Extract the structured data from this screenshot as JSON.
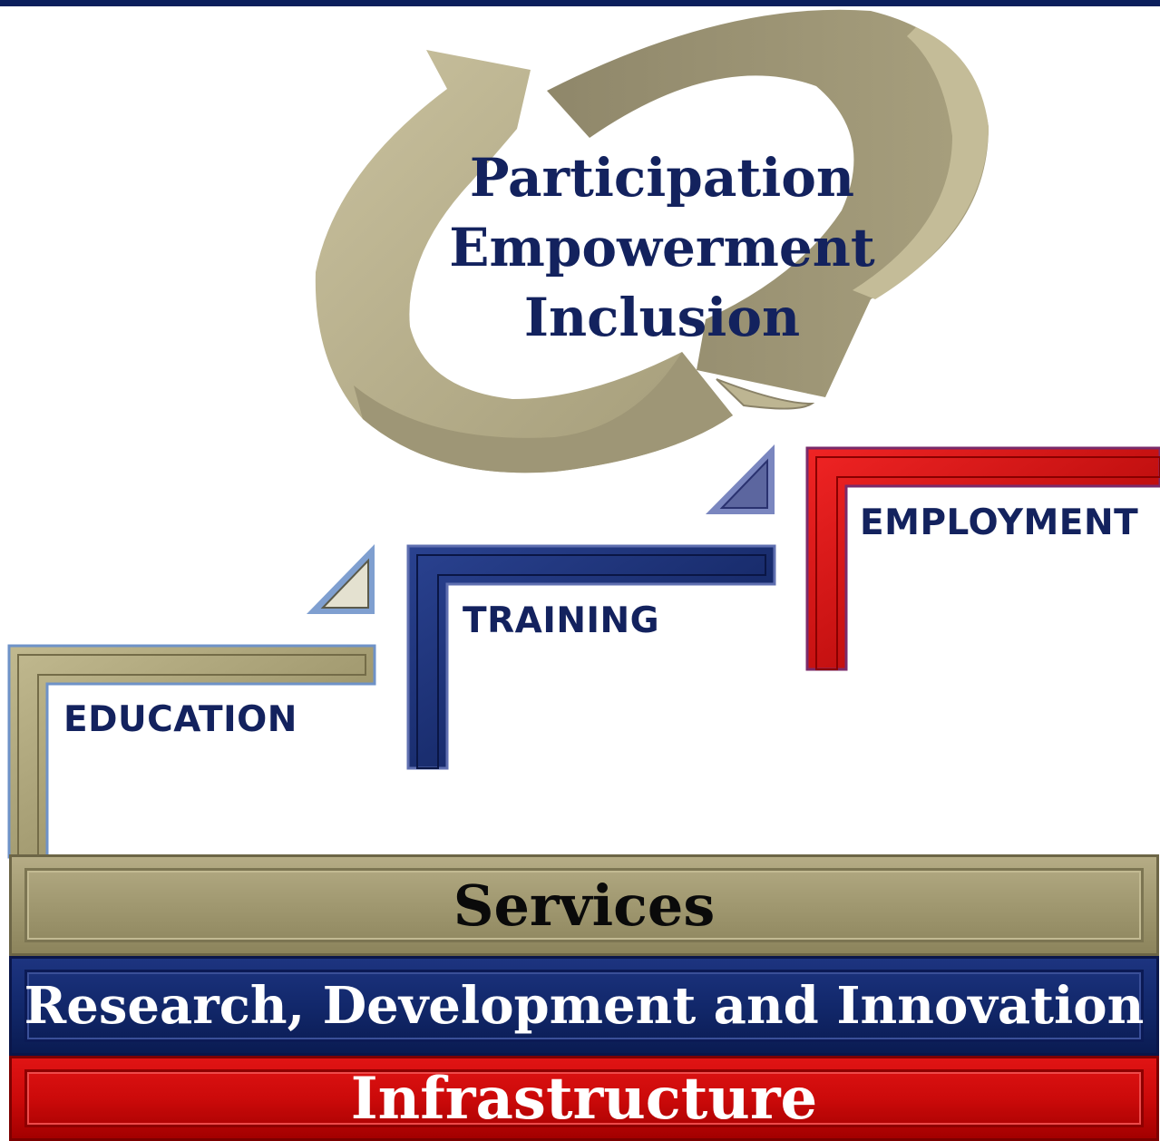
{
  "cycle": {
    "lines": [
      "Participation",
      "Empowerment",
      "Inclusion"
    ]
  },
  "steps": [
    {
      "label": "EDUCATION"
    },
    {
      "label": "TRAINING"
    },
    {
      "label": "EMPLOYMENT"
    }
  ],
  "foundation": {
    "services": "Services",
    "research": "Research, Development and Innovation",
    "infrastructure": "Infrastructure"
  },
  "colors": {
    "navy": "#13225e",
    "olive": "#a29a72",
    "red": "#cc0a0a",
    "arrow_light": "#c4bc98",
    "arrow_dark": "#9e9676"
  }
}
